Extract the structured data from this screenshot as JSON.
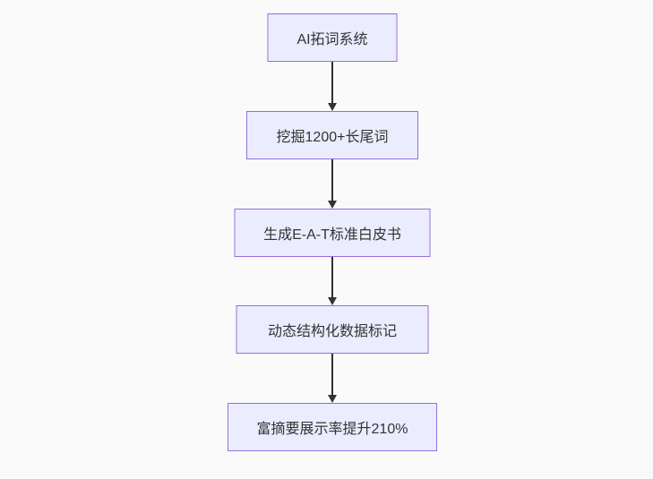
{
  "canvas": {
    "background_color": "#fafafa"
  },
  "flowchart": {
    "type": "flowchart",
    "direction": "top-down",
    "node_style": {
      "fill_color": "#ECECFF",
      "border_color": "#9370DB",
      "text_color": "#333333"
    },
    "arrow_color": "#333333",
    "nodes": [
      {
        "id": "n1",
        "label": "AI拓词系统"
      },
      {
        "id": "n2",
        "label": "挖掘1200+长尾词"
      },
      {
        "id": "n3",
        "label": "生成E-A-T标准白皮书"
      },
      {
        "id": "n4",
        "label": "动态结构化数据标记"
      },
      {
        "id": "n5",
        "label": "富摘要展示率提升210%"
      }
    ],
    "edges": [
      {
        "from": "n1",
        "to": "n2"
      },
      {
        "from": "n2",
        "to": "n3"
      },
      {
        "from": "n3",
        "to": "n4"
      },
      {
        "from": "n4",
        "to": "n5"
      }
    ]
  }
}
